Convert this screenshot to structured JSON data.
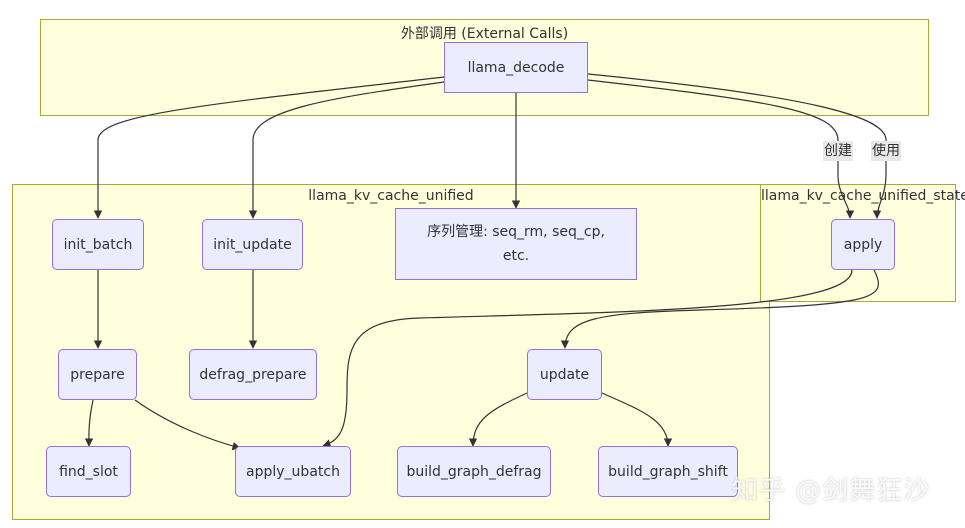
{
  "clusters": {
    "external": "外部调用 (External Calls)",
    "unified": "llama_kv_cache_unified",
    "state": "llama_kv_cache_unified_state"
  },
  "nodes": {
    "llama_decode": "llama_decode",
    "init_batch": "init_batch",
    "init_update": "init_update",
    "seq_mgmt": "序列管理: seq_rm, seq_cp, etc.",
    "apply": "apply",
    "prepare": "prepare",
    "defrag_prepare": "defrag_prepare",
    "update": "update",
    "find_slot": "find_slot",
    "apply_ubatch": "apply_ubatch",
    "build_graph_defrag": "build_graph_defrag",
    "build_graph_shift": "build_graph_shift"
  },
  "edge_labels": {
    "create": "创建",
    "use": "使用"
  },
  "edges": [
    [
      "llama_decode",
      "init_batch"
    ],
    [
      "llama_decode",
      "init_update"
    ],
    [
      "llama_decode",
      "seq_mgmt"
    ],
    [
      "llama_decode",
      "apply",
      "创建"
    ],
    [
      "llama_decode",
      "apply",
      "使用"
    ],
    [
      "init_batch",
      "prepare"
    ],
    [
      "init_update",
      "defrag_prepare"
    ],
    [
      "apply",
      "apply_ubatch"
    ],
    [
      "apply",
      "update"
    ],
    [
      "prepare",
      "find_slot"
    ],
    [
      "prepare",
      "apply_ubatch"
    ],
    [
      "update",
      "build_graph_defrag"
    ],
    [
      "update",
      "build_graph_shift"
    ]
  ],
  "watermark": "知乎 @剑舞狂沙",
  "colors": {
    "cluster_fill": "#ffffde",
    "cluster_border": "#aaaa33",
    "node_fill": "#ececff",
    "node_border": "#9370db",
    "edge": "#333333"
  }
}
